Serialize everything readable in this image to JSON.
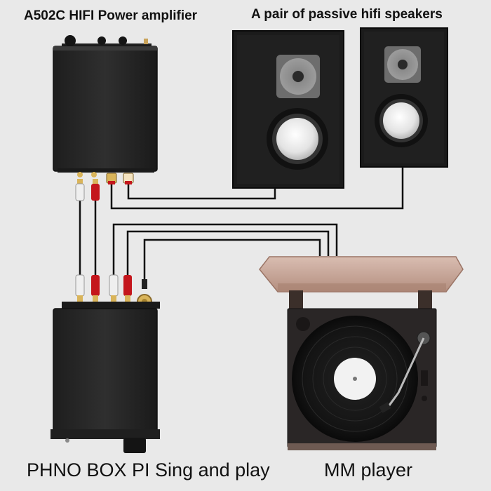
{
  "labels": {
    "amplifier": "A502C HIFI Power amplifier",
    "speakers": "A pair of passive hifi speakers",
    "phono": "PHNO BOX PI Sing and play",
    "player": "MM player"
  },
  "colors": {
    "background": "#e9e9e9",
    "cable": "#111111",
    "rca_red": "#c4161c",
    "rca_white": "#efefef",
    "gold": "#d9b45a",
    "device_body": "#2a2a2a",
    "speaker_wood": "#1c1c1c",
    "turntable_lid": "#c9a89a"
  }
}
